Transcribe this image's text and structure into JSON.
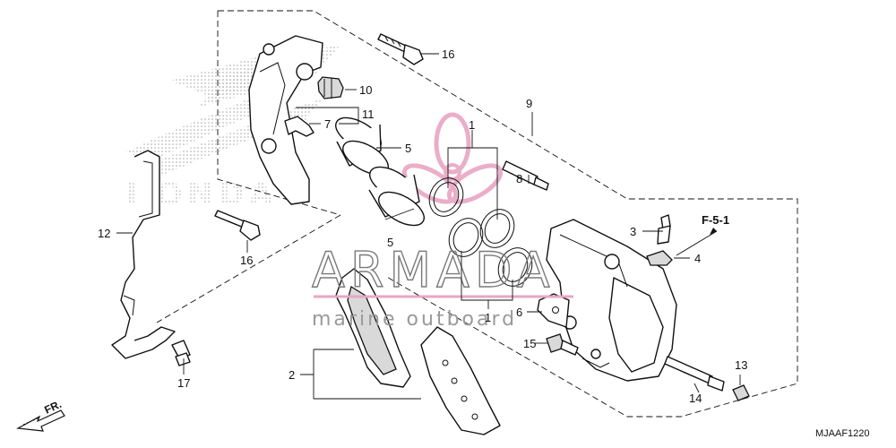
{
  "diagram": {
    "callouts": [
      {
        "id": "c1a",
        "label": "1"
      },
      {
        "id": "c1b",
        "label": "1"
      },
      {
        "id": "c2",
        "label": "2"
      },
      {
        "id": "c3",
        "label": "3"
      },
      {
        "id": "c4",
        "label": "4"
      },
      {
        "id": "c5a",
        "label": "5"
      },
      {
        "id": "c5b",
        "label": "5"
      },
      {
        "id": "c6",
        "label": "6"
      },
      {
        "id": "c7",
        "label": "7"
      },
      {
        "id": "c8",
        "label": "8"
      },
      {
        "id": "c9",
        "label": "9"
      },
      {
        "id": "c10",
        "label": "10"
      },
      {
        "id": "c11",
        "label": "11"
      },
      {
        "id": "c12",
        "label": "12"
      },
      {
        "id": "c13",
        "label": "13"
      },
      {
        "id": "c14",
        "label": "14"
      },
      {
        "id": "c15",
        "label": "15"
      },
      {
        "id": "c16a",
        "label": "16"
      },
      {
        "id": "c16b",
        "label": "16"
      },
      {
        "id": "c17",
        "label": "17"
      }
    ],
    "reference": "F-5-1",
    "direction_label": "FR.",
    "diagram_code": "MJAAF1220"
  },
  "watermark": {
    "brand": "ARMADA",
    "tagline": "marine outboard",
    "logo_text": "HONDA"
  }
}
